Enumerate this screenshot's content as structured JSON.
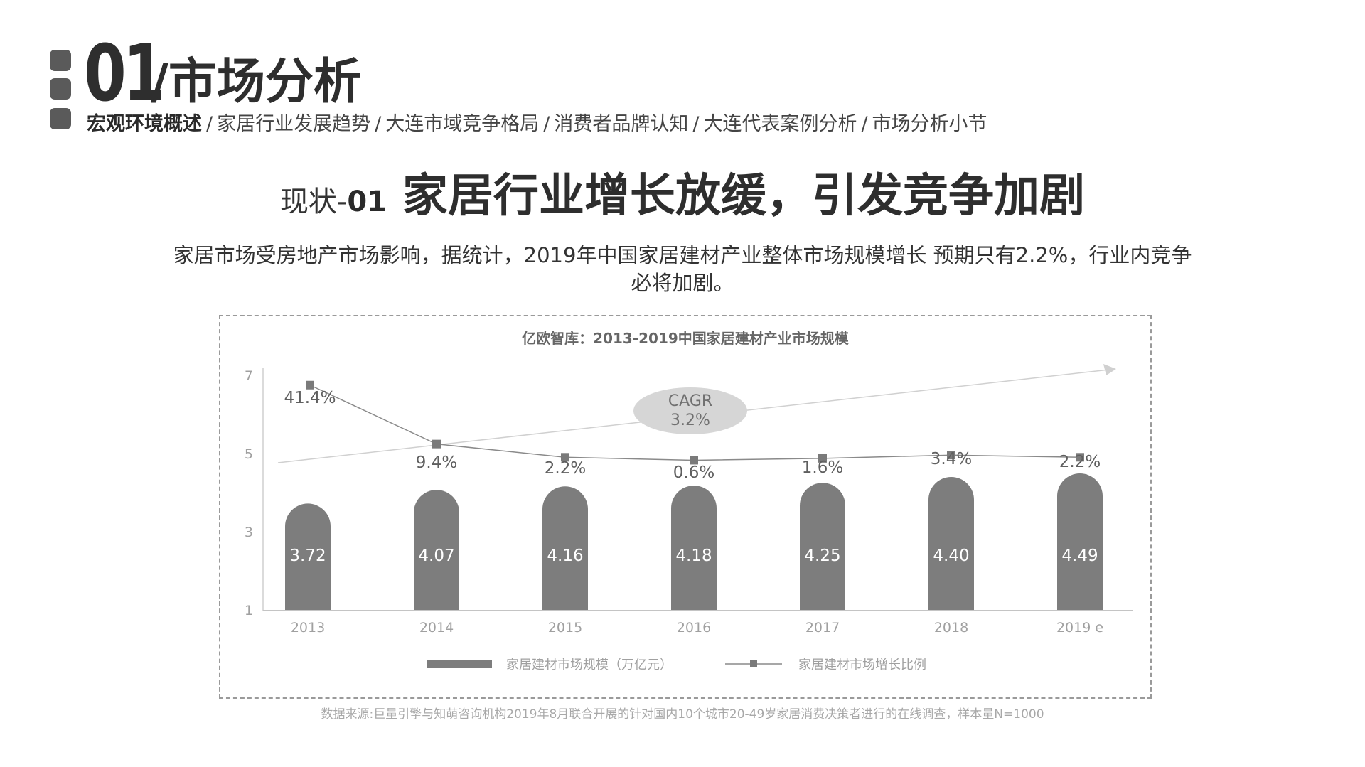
{
  "header": {
    "section_number": "01",
    "section_title": "/市场分析",
    "nav": [
      "宏观环境概述",
      "家居行业发展趋势",
      "大连市域竞争格局",
      "消费者品牌认知",
      "大连代表案例分析",
      "市场分析小节"
    ],
    "nav_active_index": 0,
    "nav_separator": "/"
  },
  "headline": {
    "tag": "现状-",
    "tag_number": "01",
    "title": "家居行业增长放缓，引发竞争加剧"
  },
  "description": "家居市场受房地产市场影响，据统计，2019年中国家居建材产业整体市场规模增长 预期只有2.2%，行业内竞争必将加剧。",
  "chart_data": {
    "type": "bar",
    "title": "亿欧智库：2013-2019中国家居建材产业市场规模",
    "categories": [
      "2013",
      "2014",
      "2015",
      "2016",
      "2017",
      "2018",
      "2019 e"
    ],
    "series": [
      {
        "name": "家居建材市场规模（万亿元）",
        "type": "bar",
        "values": [
          3.72,
          4.07,
          4.16,
          4.18,
          4.25,
          4.4,
          4.49
        ],
        "labels": [
          "3.72",
          "4.07",
          "4.16",
          "4.18",
          "4.25",
          "4.40",
          "4.49"
        ]
      },
      {
        "name": "家居建材市场增长比例",
        "type": "line",
        "values": [
          41.4,
          9.4,
          2.2,
          0.6,
          1.6,
          3.4,
          2.2
        ],
        "labels": [
          "41.4%",
          "9.4%",
          "2.2%",
          "0.6%",
          "1.6%",
          "3.4%",
          "2.2%"
        ]
      }
    ],
    "yticks": [
      "1",
      "3",
      "5",
      "7"
    ],
    "ylim": [
      1,
      7
    ],
    "annotation": {
      "line1": "CAGR",
      "line2": "3.2%"
    },
    "legend_position": "bottom",
    "colors": {
      "bar": "#7d7d7d",
      "line": "#8a8a8a",
      "marker": "#7a7a7a",
      "trend": "#d0d0d0",
      "ellipse": "#d6d6d6",
      "axis_text": "#a0a0a0",
      "title": "#666666",
      "bar_label": "#ffffff",
      "growth_label": "#5f5f5f"
    }
  },
  "source": "数据来源:巨量引擎与知萌咨询机构2019年8月联合开展的针对国内10个城市20-49岁家居消费决策者进行的在线调查，样本量N=1000"
}
